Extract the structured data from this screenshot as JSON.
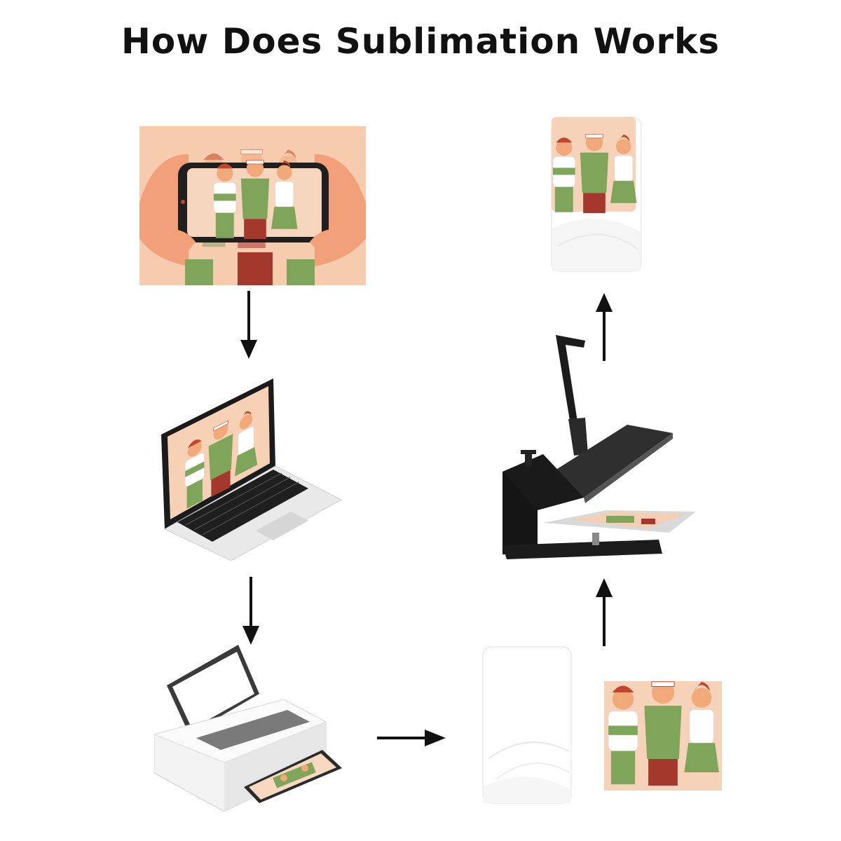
{
  "page": {
    "title": "How Does Sublimation Works"
  },
  "diagram": {
    "steps": [
      {
        "name": "phone-photo",
        "icon": "smartphone-photo-icon"
      },
      {
        "name": "laptop",
        "icon": "laptop-icon"
      },
      {
        "name": "printer",
        "icon": "printer-icon"
      },
      {
        "name": "blank-towel",
        "icon": "blank-towel-icon"
      },
      {
        "name": "printed-transfer",
        "icon": "printed-image-icon"
      },
      {
        "name": "heat-press",
        "icon": "heat-press-icon"
      },
      {
        "name": "finished-towel",
        "icon": "printed-towel-icon"
      }
    ],
    "arrows": [
      "down",
      "down",
      "right",
      "up",
      "up"
    ]
  },
  "colors": {
    "peach_bg": "#f4c9a8",
    "skin": "#f2a97a",
    "green": "#7fa55a",
    "red_pants": "#a4382c",
    "dark": "#1a1a1a"
  }
}
